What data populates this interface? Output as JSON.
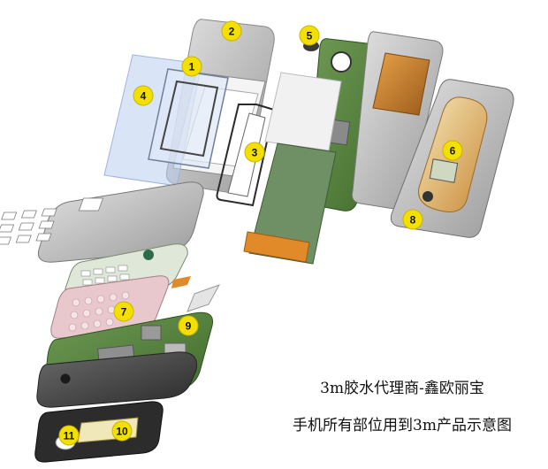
{
  "captions": {
    "line1": "3m胶水代理商-鑫欧丽宝",
    "line2": "手机所有部位用到3m产品示意图"
  },
  "markers": [
    "1",
    "2",
    "3",
    "4",
    "5",
    "6",
    "7",
    "8",
    "9",
    "10",
    "11"
  ],
  "colors": {
    "marker_fill": "#f3e000",
    "pcb_green": "#4f7a3a",
    "housing_gray": "#b5b5b5",
    "keypad_pink": "#e8c8cc",
    "glass_blue": "#b9cdf0",
    "copper": "#c98a3a"
  }
}
